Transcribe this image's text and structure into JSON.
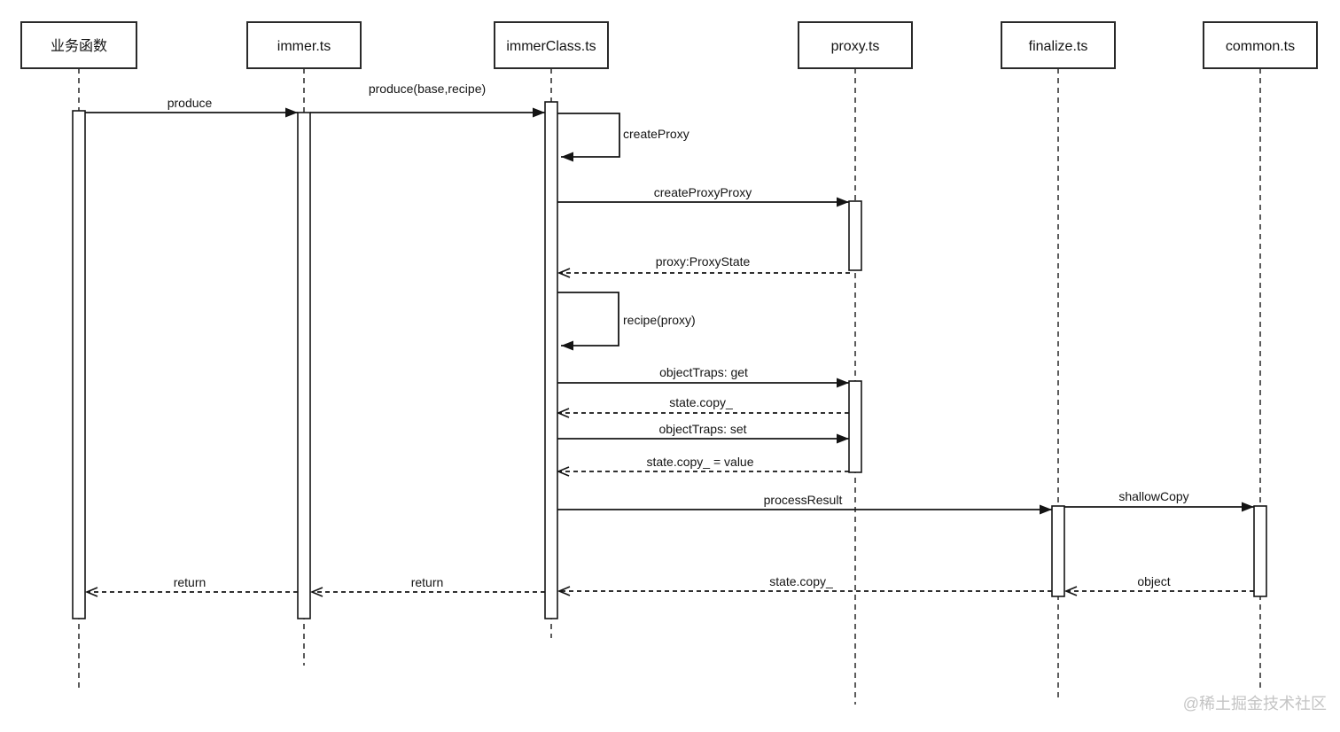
{
  "diagram": {
    "type": "sequence-diagram",
    "participants": [
      {
        "id": "business-fn",
        "label": "业务函数"
      },
      {
        "id": "immer-ts",
        "label": "immer.ts"
      },
      {
        "id": "immerclass-ts",
        "label": "immerClass.ts"
      },
      {
        "id": "proxy-ts",
        "label": "proxy.ts"
      },
      {
        "id": "finalize-ts",
        "label": "finalize.ts"
      },
      {
        "id": "common-ts",
        "label": "common.ts"
      }
    ],
    "messages": [
      {
        "from": "业务函数",
        "to": "immer.ts",
        "label": "produce",
        "type": "sync"
      },
      {
        "from": "immer.ts",
        "to": "immerClass.ts",
        "label": "produce(base,recipe)",
        "type": "sync"
      },
      {
        "from": "immerClass.ts",
        "to": "immerClass.ts",
        "label": "createProxy",
        "type": "self"
      },
      {
        "from": "immerClass.ts",
        "to": "proxy.ts",
        "label": "createProxyProxy",
        "type": "sync"
      },
      {
        "from": "proxy.ts",
        "to": "immerClass.ts",
        "label": "proxy:ProxyState",
        "type": "return"
      },
      {
        "from": "immerClass.ts",
        "to": "immerClass.ts",
        "label": "recipe(proxy)",
        "type": "self"
      },
      {
        "from": "immerClass.ts",
        "to": "proxy.ts",
        "label": "objectTraps: get",
        "type": "sync"
      },
      {
        "from": "proxy.ts",
        "to": "immerClass.ts",
        "label": "state.copy_",
        "type": "return"
      },
      {
        "from": "immerClass.ts",
        "to": "proxy.ts",
        "label": "objectTraps: set",
        "type": "sync"
      },
      {
        "from": "proxy.ts",
        "to": "immerClass.ts",
        "label": "state.copy_ = value",
        "type": "return"
      },
      {
        "from": "immerClass.ts",
        "to": "finalize.ts",
        "label": "processResult",
        "type": "sync"
      },
      {
        "from": "finalize.ts",
        "to": "common.ts",
        "label": "shallowCopy",
        "type": "sync"
      },
      {
        "from": "common.ts",
        "to": "finalize.ts",
        "label": "object",
        "type": "return"
      },
      {
        "from": "finalize.ts",
        "to": "immerClass.ts",
        "label": "state.copy_",
        "type": "return"
      },
      {
        "from": "immerClass.ts",
        "to": "immer.ts",
        "label": "return",
        "type": "return"
      },
      {
        "from": "immer.ts",
        "to": "业务函数",
        "label": "return",
        "type": "return"
      }
    ]
  },
  "watermark": {
    "text": "@稀土掘金技术社区"
  },
  "colors": {
    "line": "#141414",
    "background": "#ffffff",
    "watermark": "#c4c4c4"
  }
}
